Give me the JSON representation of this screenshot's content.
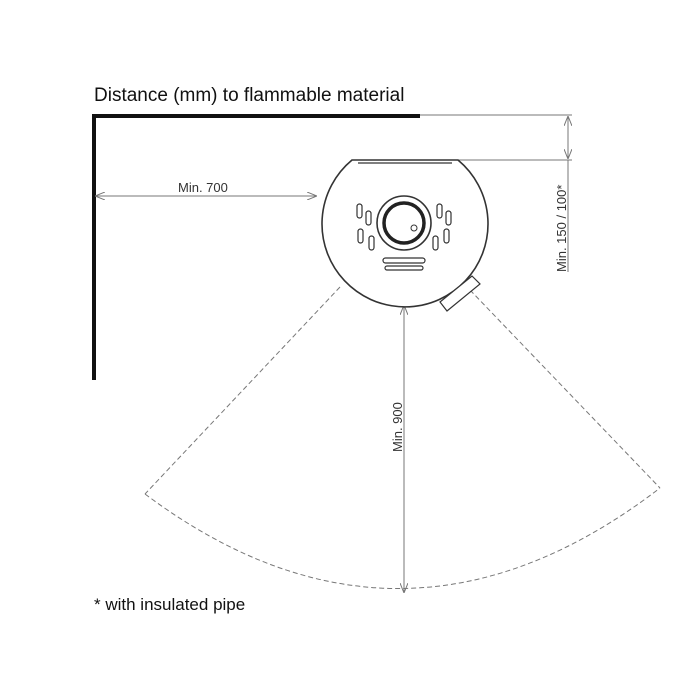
{
  "title": "Distance (mm) to flammable material",
  "dimensions": {
    "side": "Min. 700",
    "back": "Min. 150 / 100*",
    "front": "Min. 900"
  },
  "footnote": "* with insulated pipe"
}
